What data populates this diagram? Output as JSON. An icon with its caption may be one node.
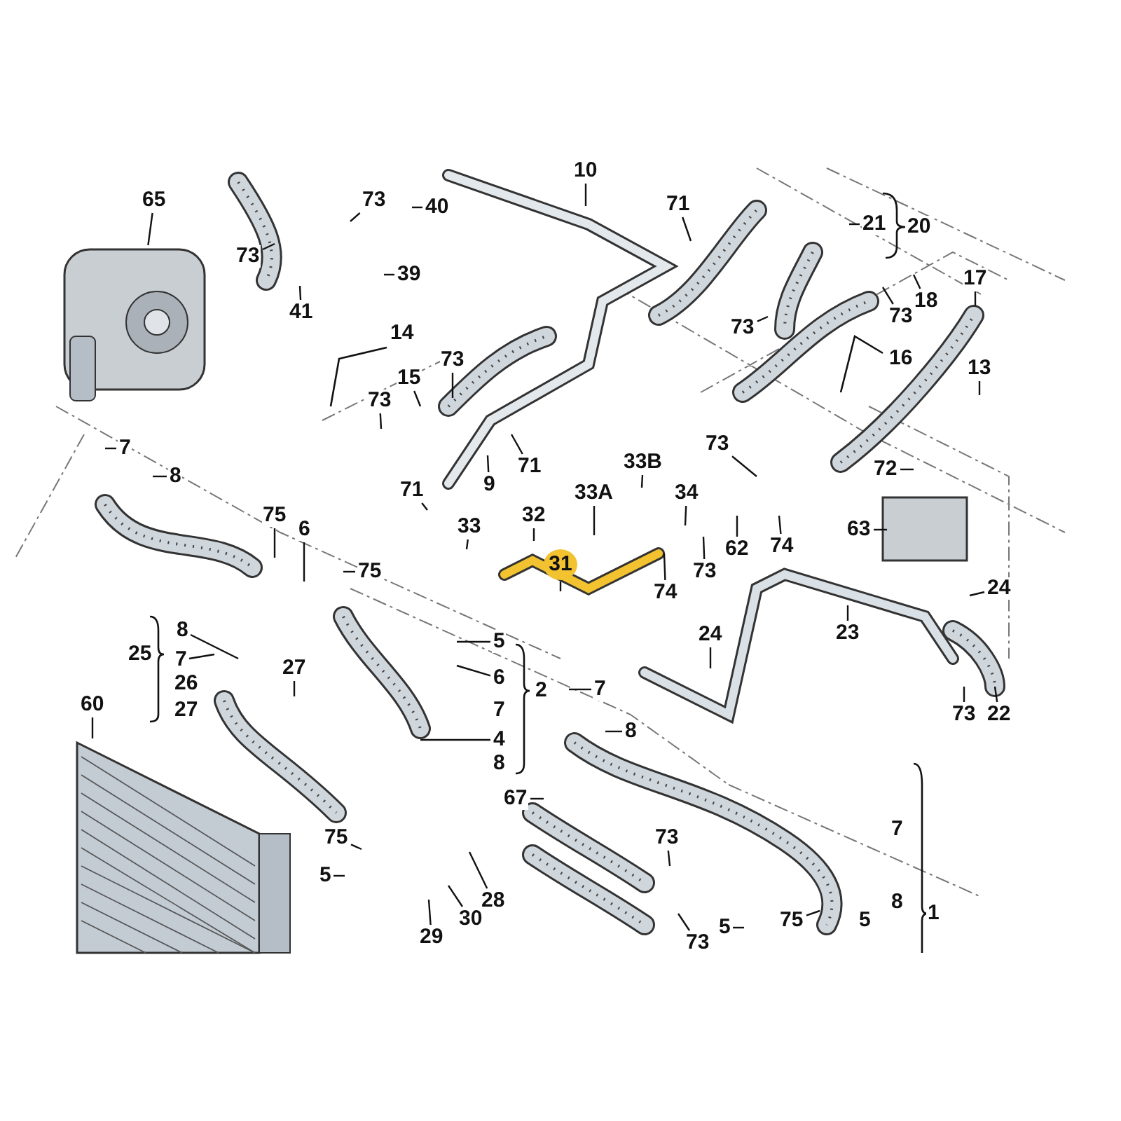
{
  "diagram": {
    "nodes": [
      {
        "text": [
          "65"
        ]
      },
      {
        "text": [
          "73"
        ]
      },
      {
        "text": [
          "40"
        ]
      },
      {
        "text": [
          "73"
        ]
      },
      {
        "text": [
          "39"
        ]
      },
      {
        "text": [
          "41"
        ]
      },
      {
        "text": [
          "10"
        ]
      },
      {
        "text": [
          "71"
        ]
      },
      {
        "text": [
          "21"
        ]
      },
      {
        "text": [
          "20"
        ]
      },
      {
        "text": [
          "73"
        ]
      },
      {
        "text": [
          "18"
        ]
      },
      {
        "text": [
          "17"
        ]
      },
      {
        "text": [
          "73"
        ]
      },
      {
        "text": [
          "16"
        ]
      },
      {
        "text": [
          "13"
        ]
      },
      {
        "text": [
          "14"
        ]
      },
      {
        "text": [
          "73"
        ]
      },
      {
        "text": [
          "15"
        ]
      },
      {
        "text": [
          "73"
        ]
      },
      {
        "text": [
          "71"
        ]
      },
      {
        "text": [
          "9"
        ]
      },
      {
        "text": [
          "71"
        ]
      },
      {
        "text": [
          "7"
        ]
      },
      {
        "text": [
          "8"
        ]
      },
      {
        "text": [
          "75"
        ]
      },
      {
        "text": [
          "6"
        ]
      },
      {
        "text": [
          "33"
        ]
      },
      {
        "text": [
          "32"
        ]
      },
      {
        "text": [
          "31"
        ]
      },
      {
        "text": [
          "33A"
        ]
      },
      {
        "text": [
          "33B"
        ]
      },
      {
        "text": [
          "34"
        ]
      },
      {
        "text": [
          "73"
        ]
      },
      {
        "text": [
          "62"
        ]
      },
      {
        "text": [
          "73"
        ]
      },
      {
        "text": [
          "74"
        ]
      },
      {
        "text": [
          "74"
        ]
      },
      {
        "text": [
          "72"
        ]
      },
      {
        "text": [
          "63"
        ]
      },
      {
        "text": [
          "75"
        ]
      },
      {
        "text": [
          "24"
        ]
      },
      {
        "text": [
          "23"
        ]
      },
      {
        "text": [
          "24"
        ]
      },
      {
        "text": [
          "5"
        ]
      },
      {
        "text": [
          "6"
        ]
      },
      {
        "text": [
          "7"
        ]
      },
      {
        "text": [
          "2"
        ]
      },
      {
        "text": [
          "4"
        ]
      },
      {
        "text": [
          "8"
        ]
      },
      {
        "text": [
          "7"
        ]
      },
      {
        "text": [
          "8"
        ]
      },
      {
        "text": [
          "73"
        ]
      },
      {
        "text": [
          "22"
        ]
      },
      {
        "text": [
          "60"
        ]
      },
      {
        "text": [
          "25"
        ]
      },
      {
        "text": [
          "8"
        ]
      },
      {
        "text": [
          "7"
        ]
      },
      {
        "text": [
          "26"
        ]
      },
      {
        "text": [
          "27"
        ]
      },
      {
        "text": [
          "27"
        ]
      },
      {
        "text": [
          "67"
        ]
      },
      {
        "text": [
          "73"
        ]
      },
      {
        "text": [
          "73"
        ]
      },
      {
        "text": [
          "75"
        ]
      },
      {
        "text": [
          "5"
        ]
      },
      {
        "text": [
          "28"
        ]
      },
      {
        "text": [
          "30"
        ]
      },
      {
        "text": [
          "29"
        ]
      },
      {
        "text": [
          "5"
        ]
      },
      {
        "text": [
          "75"
        ]
      },
      {
        "text": [
          "5"
        ]
      },
      {
        "text": [
          "7"
        ]
      },
      {
        "text": [
          "8"
        ]
      },
      {
        "text": [
          "1"
        ]
      },
      {
        "text": [],
        "shape": "picture"
      }
    ],
    "edges": [
      {
        "from": 0,
        "to": 75,
        "arrow": "none"
      },
      {
        "from": 1,
        "to": null,
        "arrow": "none"
      },
      {
        "from": 2,
        "to": null,
        "arrow": "none"
      },
      {
        "from": 3,
        "to": null,
        "arrow": "none"
      },
      {
        "from": 4,
        "to": null,
        "arrow": "none"
      },
      {
        "from": 5,
        "to": null,
        "arrow": "none"
      },
      {
        "from": 6,
        "to": null,
        "arrow": "none"
      },
      {
        "from": 7,
        "to": null,
        "arrow": "none"
      },
      {
        "from": 8,
        "to": null,
        "arrow": "none"
      },
      {
        "from": 10,
        "to": null,
        "arrow": "none"
      },
      {
        "from": 11,
        "to": null,
        "arrow": "none"
      },
      {
        "from": 12,
        "to": null,
        "arrow": "none"
      },
      {
        "from": 13,
        "to": null,
        "arrow": "none"
      },
      {
        "from": 15,
        "to": null,
        "arrow": "none"
      },
      {
        "from": 17,
        "to": null,
        "arrow": "none"
      },
      {
        "from": 18,
        "to": null,
        "arrow": "none"
      },
      {
        "from": 19,
        "to": null,
        "arrow": "none"
      },
      {
        "from": 20,
        "to": null,
        "arrow": "none"
      },
      {
        "from": 21,
        "to": null,
        "arrow": "none"
      },
      {
        "from": 22,
        "to": null,
        "arrow": "none"
      },
      {
        "from": 23,
        "to": null,
        "arrow": "none"
      },
      {
        "from": 24,
        "to": null,
        "arrow": "none"
      },
      {
        "from": 25,
        "to": null,
        "arrow": "none"
      },
      {
        "from": 26,
        "to": null,
        "arrow": "none"
      },
      {
        "from": 27,
        "to": null,
        "arrow": "none"
      },
      {
        "from": 28,
        "to": null,
        "arrow": "none"
      },
      {
        "from": 29,
        "to": null,
        "arrow": "none"
      },
      {
        "from": 30,
        "to": null,
        "arrow": "none"
      },
      {
        "from": 31,
        "to": null,
        "arrow": "none"
      },
      {
        "from": 32,
        "to": null,
        "arrow": "none"
      },
      {
        "from": 33,
        "to": null,
        "arrow": "none"
      },
      {
        "from": 34,
        "to": null,
        "arrow": "none"
      },
      {
        "from": 35,
        "to": null,
        "arrow": "none"
      },
      {
        "from": 36,
        "to": null,
        "arrow": "none"
      },
      {
        "from": 37,
        "to": null,
        "arrow": "none"
      },
      {
        "from": 38,
        "to": null,
        "arrow": "none"
      },
      {
        "from": 39,
        "to": null,
        "arrow": "none"
      },
      {
        "from": 40,
        "to": null,
        "arrow": "none"
      },
      {
        "from": 41,
        "to": null,
        "arrow": "none"
      },
      {
        "from": 42,
        "to": null,
        "arrow": "none"
      },
      {
        "from": 43,
        "to": null,
        "arrow": "none"
      },
      {
        "from": 44,
        "to": null,
        "arrow": "none"
      },
      {
        "from": 45,
        "to": null,
        "arrow": "none"
      },
      {
        "from": 48,
        "to": null,
        "arrow": "none"
      },
      {
        "from": 50,
        "to": null,
        "arrow": "none"
      },
      {
        "from": 51,
        "to": null,
        "arrow": "none"
      },
      {
        "from": 52,
        "to": null,
        "arrow": "none"
      },
      {
        "from": 53,
        "to": null,
        "arrow": "none"
      },
      {
        "from": 54,
        "to": null,
        "arrow": "none"
      },
      {
        "from": 56,
        "to": null,
        "arrow": "none"
      },
      {
        "from": 57,
        "to": null,
        "arrow": "none"
      },
      {
        "from": 60,
        "to": null,
        "arrow": "none"
      },
      {
        "from": 61,
        "to": null,
        "arrow": "none"
      },
      {
        "from": 62,
        "to": null,
        "arrow": "none"
      },
      {
        "from": 63,
        "to": null,
        "arrow": "none"
      },
      {
        "from": 64,
        "to": null,
        "arrow": "none"
      },
      {
        "from": 65,
        "to": null,
        "arrow": "none"
      },
      {
        "from": 66,
        "to": null,
        "arrow": "none"
      },
      {
        "from": 67,
        "to": null,
        "arrow": "none"
      },
      {
        "from": 68,
        "to": null,
        "arrow": "none"
      },
      {
        "from": 69,
        "to": null,
        "arrow": "none"
      },
      {
        "from": 70,
        "to": null,
        "arrow": "none"
      }
    ]
  }
}
